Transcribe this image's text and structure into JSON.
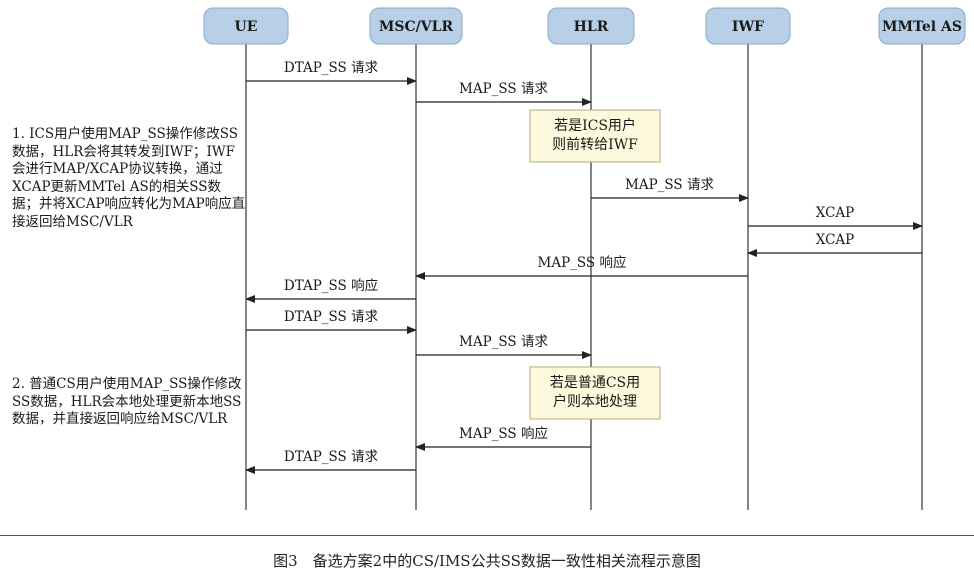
{
  "participants": [
    {
      "id": "ue",
      "label": "UE"
    },
    {
      "id": "msc",
      "label": "MSC/VLR"
    },
    {
      "id": "hlr",
      "label": "HLR"
    },
    {
      "id": "iwf",
      "label": "IWF"
    },
    {
      "id": "mmtel",
      "label": "MMTel AS"
    }
  ],
  "messages": [
    {
      "from": "ue",
      "to": "msc",
      "label": "DTAP_SS 请求"
    },
    {
      "from": "msc",
      "to": "hlr",
      "label": "MAP_SS 请求"
    },
    {
      "from": "hlr",
      "to": "iwf",
      "label": "MAP_SS 请求"
    },
    {
      "from": "iwf",
      "to": "mmtel",
      "label": "XCAP"
    },
    {
      "from": "mmtel",
      "to": "iwf",
      "label": "XCAP"
    },
    {
      "from": "iwf",
      "to": "msc",
      "label": "MAP_SS 响应"
    },
    {
      "from": "msc",
      "to": "ue",
      "label": "DTAP_SS 响应"
    },
    {
      "from": "ue",
      "to": "msc",
      "label": "DTAP_SS 请求"
    },
    {
      "from": "msc",
      "to": "hlr",
      "label": "MAP_SS 请求"
    },
    {
      "from": "hlr",
      "to": "msc",
      "label": "MAP_SS 响应"
    },
    {
      "from": "msc",
      "to": "ue",
      "label": "DTAP_SS 请求"
    }
  ],
  "notes_boxes": [
    {
      "lines": [
        "若是ICS用户",
        "则前转给IWF"
      ]
    },
    {
      "lines": [
        "若是普通CS用",
        "户则本地处理"
      ]
    }
  ],
  "side_notes": {
    "case1": "1. ICS用户使用MAP_SS操作修改SS数据，HLR会将其转发到IWF；IWF会进行MAP/XCAP协议转换，通过XCAP更新MMTel AS的相关SS数据；并将XCAP响应转化为MAP响应直接返回给MSC/VLR",
    "case2": "2. 普通CS用户使用MAP_SS操作修改SS数据，HLR会本地处理更新本地SS数据，并直接返回响应给MSC/VLR"
  },
  "caption": "图3　备选方案2中的CS/IMS公共SS数据一致性相关流程示意图",
  "colors": {
    "participant_fill": "#b8cfe8",
    "participant_stroke": "#8aa8c8",
    "note_fill": "#fdf9dc",
    "note_stroke": "#b9ad72",
    "line": "#333333"
  }
}
